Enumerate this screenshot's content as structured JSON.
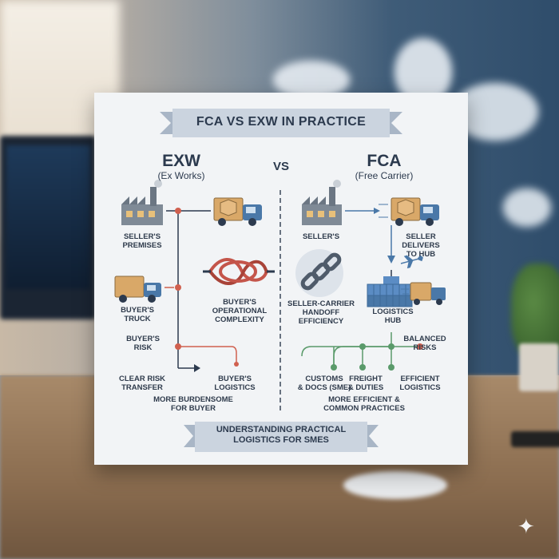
{
  "title": "FCA VS EXW IN PRACTICE",
  "vs": "VS",
  "exw": {
    "heading": "EXW",
    "subheading": "(Ex Works)",
    "labels": {
      "seller_premises": "SELLER'S\nPREMISES",
      "buyer_truck": "BUYER'S\nTRUCK",
      "buyer_complexity": "BUYER'S\nOPERATIONAL\nCOMPLEXITY",
      "buyer_risk": "BUYER'S\nRISK",
      "clear_risk_transfer": "CLEAR RISK\nTRANSFER",
      "buyer_logistics": "BUYER'S\nLOGISTICS",
      "summary": "MORE BURDENSOME\nFOR BUYER"
    }
  },
  "fca": {
    "heading": "FCA",
    "subheading": "(Free Carrier)",
    "labels": {
      "sellers": "SELLER'S",
      "seller_delivers": "SELLER\nDELIVERS\nTO HUB",
      "handoff": "SELLER-CARRIER\nHANDOFF\nEFFICIENCY",
      "logistics_hub": "LOGISTICS\nHUB",
      "balanced_risks": "BALANCED\nRISKS",
      "customs_docs": "CUSTOMS\n& DOCS (SME)",
      "freight_duties": "FREIGHT\n& DUTIES",
      "efficient_logistics": "EFFICIENT\nLOGISTICS",
      "summary": "MORE EFFICIENT &\nCOMMON PRACTICES"
    }
  },
  "footer": "UNDERSTANDING PRACTICAL\nLOGISTICS FOR SMES",
  "colors": {
    "banner": "#c9d2de",
    "navy": "#2c3a4e",
    "truck_blue": "#4a78a8",
    "box_tan": "#d9a868",
    "factory_gray": "#7f8a96",
    "arrow_red": "#d0604f",
    "flow_green": "#5a9a6a",
    "hub_blue": "#5b8cc4"
  },
  "icons": [
    "factory-icon",
    "delivery-truck-icon",
    "knot-icon",
    "chain-link-icon",
    "container-crane-icon",
    "airplane-icon"
  ]
}
